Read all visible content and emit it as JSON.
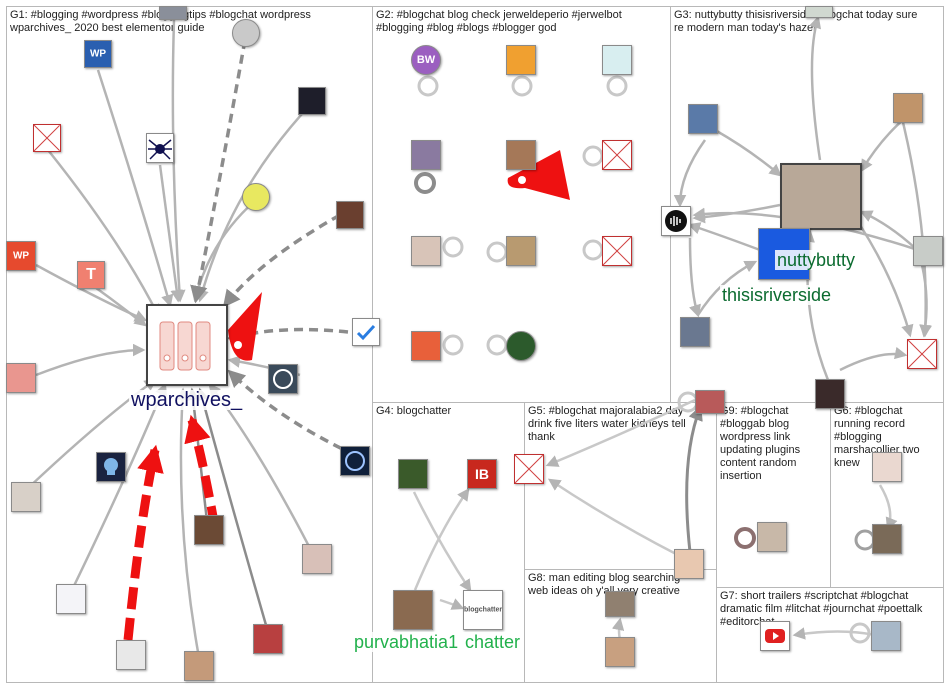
{
  "groups": [
    {
      "id": "g1",
      "label": "G1: #blogging #wordpress #bloggingtips #blogchat wordpress\nwparchives_ 2020 best elementor guide"
    },
    {
      "id": "g2",
      "label": "G2: #blogchat blog check jerweldeperio #jerwelbot\n#blogging #blog #blogs #blogger god"
    },
    {
      "id": "g3",
      "label": "G3: nuttybutty thisisriverside #blogchat today sure\nre modern man today's hazel"
    },
    {
      "id": "g4",
      "label": "G4: blogchatter"
    },
    {
      "id": "g5",
      "label": "G5: #blogchat majoralabia2 day\ndrink five liters water kidneys tell\nthank"
    },
    {
      "id": "g9",
      "label": "G9: #blogchat\n#bloggab blog\nwordpress link\nupdating plugins\ncontent random\ninsertion"
    },
    {
      "id": "g6",
      "label": "G6: #blogchat\nrunning record\n#blogging\nmarshacollier two\nknew"
    },
    {
      "id": "g8",
      "label": "G8: man editing blog searching\nweb ideas oh y'all very creative"
    },
    {
      "id": "g7",
      "label": "G7: short trailers #scriptchat #blogchat\ndramatic film #litchat #journchat #poettalk\n#editorchat"
    }
  ],
  "labels": {
    "wparchives": "wparchives_",
    "nuttybutty": "nuttybutty",
    "thisisriverside": "thisisriverside",
    "purvabhatia": "purvabhatia1",
    "blogchatter": "chatter"
  },
  "node_texts": {
    "wp1": "WP",
    "wp2": "WP",
    "t": "T",
    "bw": "BW",
    "ib": "IB",
    "blogchatter_logo": "blogchatter"
  },
  "colors": {
    "edge": "#b4b4b4",
    "edge_dark": "#8c8c8c",
    "edge_red": "#ee1111",
    "label_g1": "#101060",
    "label_g3": "#0b6b2f",
    "label_g4": "#22b14c"
  }
}
